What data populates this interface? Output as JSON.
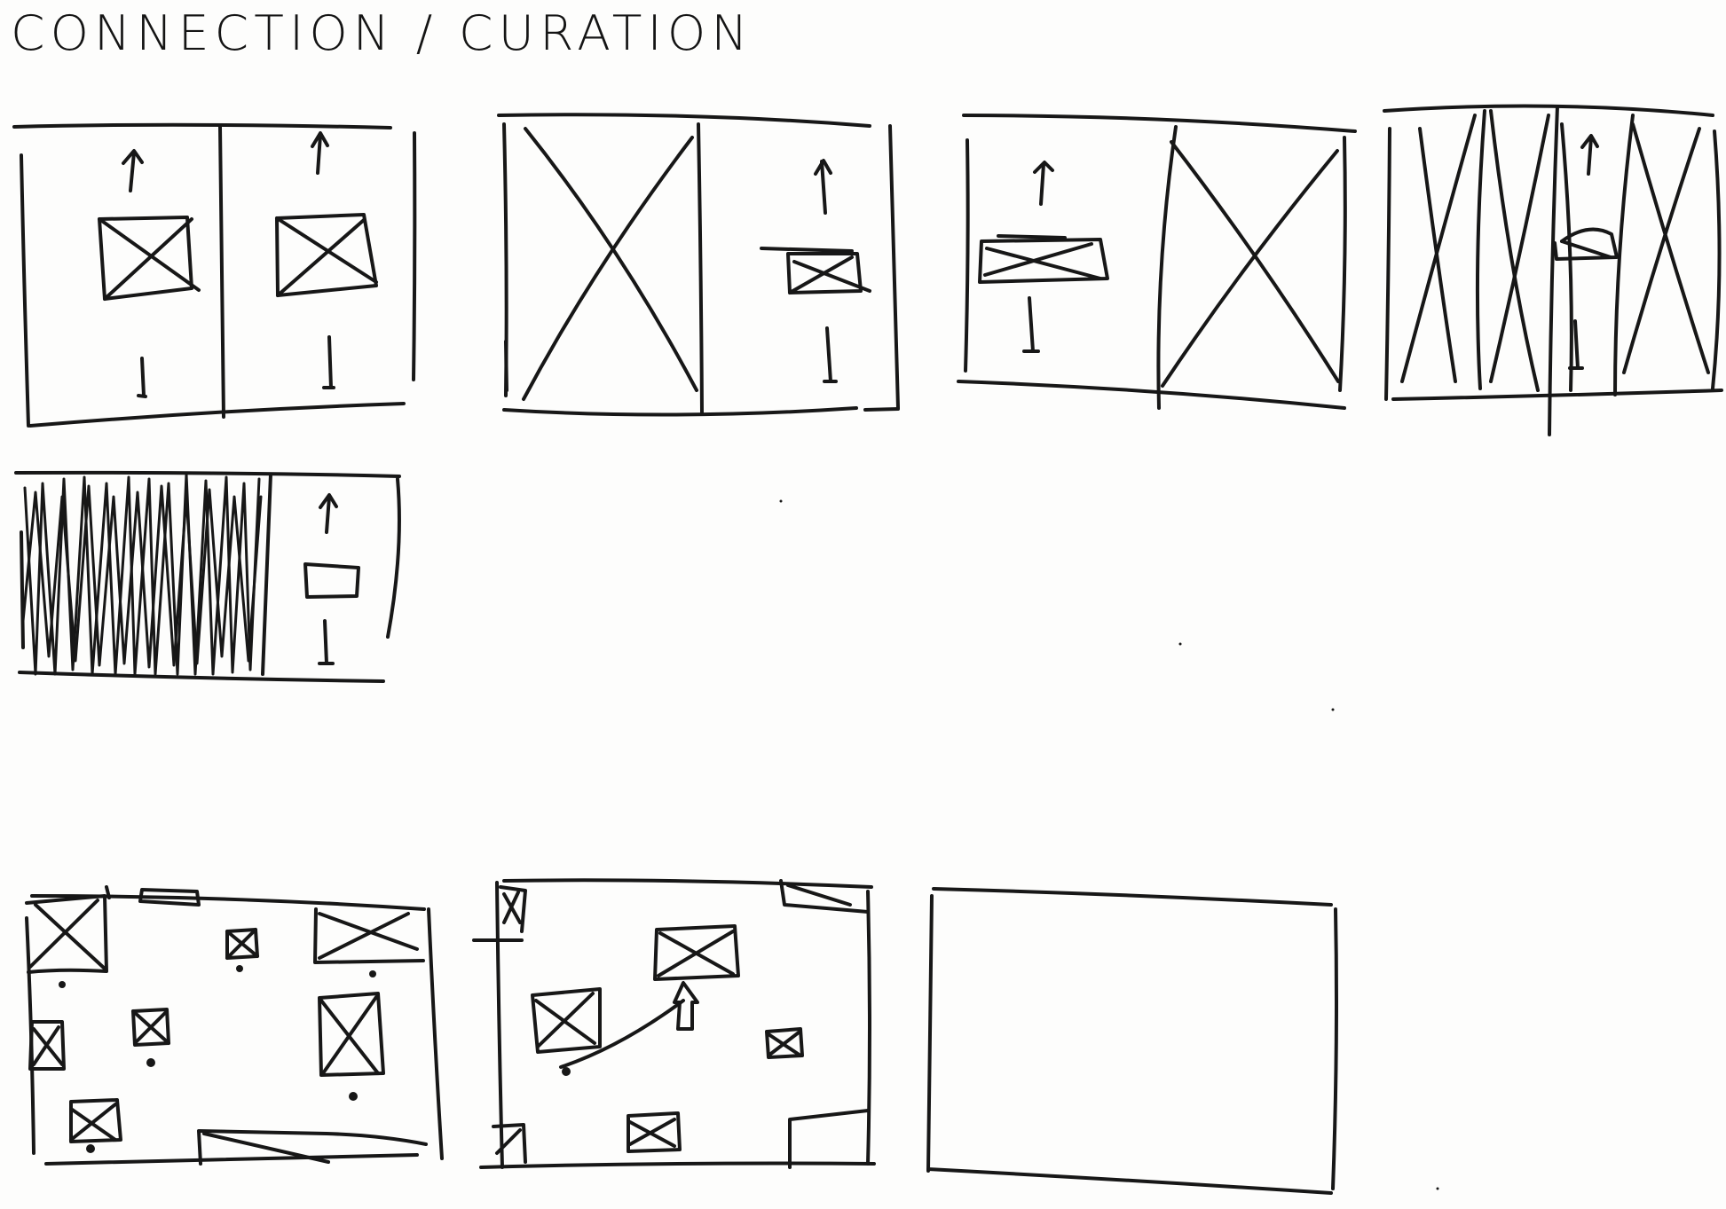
{
  "sheet": {
    "title": "CONNECTION / CURATION",
    "ink_color": "#171717",
    "paper_color": "#fdfdfc"
  },
  "sketches": {
    "row1": [
      "split-two-columns-arrows",
      "large-image-plus-column",
      "column-plus-large-image",
      "multi-column-images"
    ],
    "row2": [
      "dense-image-strip-plus-column"
    ],
    "row3": [
      "scattered-images-canvas",
      "scattered-images-with-cursor",
      "empty-frame"
    ]
  }
}
